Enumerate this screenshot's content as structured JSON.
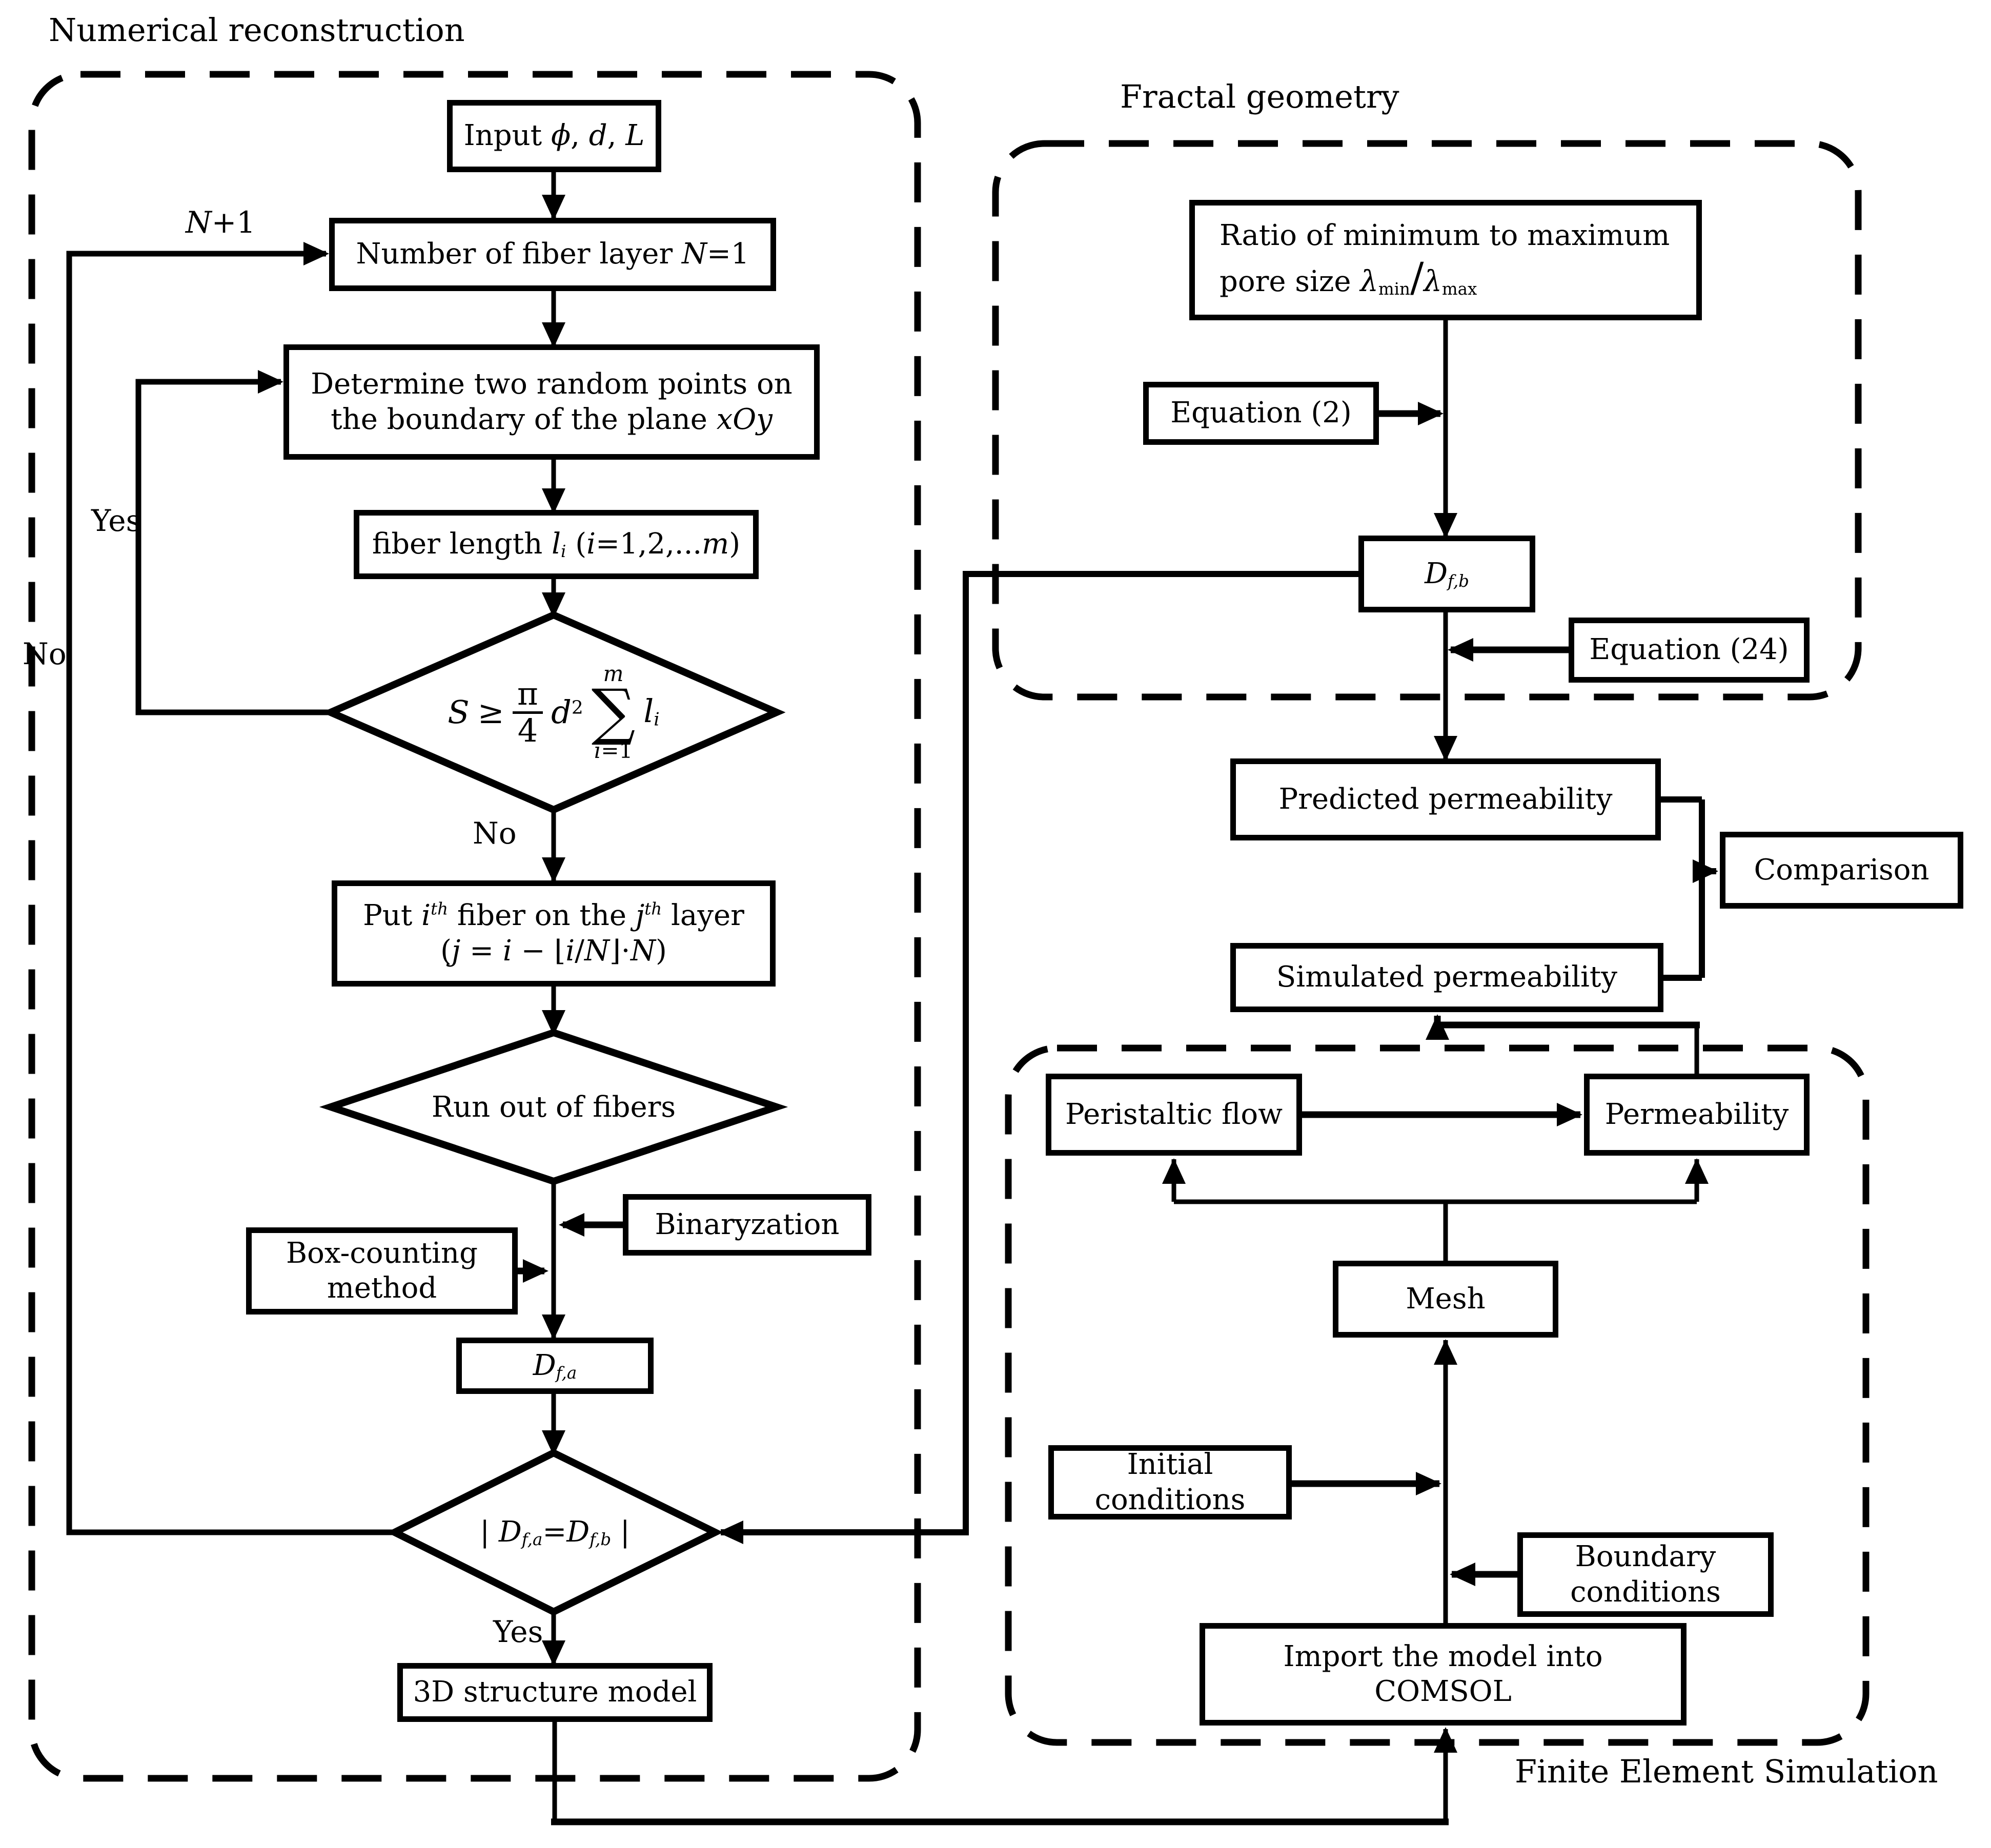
{
  "colors": {
    "ink": "#000000",
    "background": "#ffffff"
  },
  "panels": {
    "numerical_reconstruction": {
      "title": "Numerical reconstruction"
    },
    "fractal_geometry": {
      "title": "Fractal geometry"
    },
    "finite_element_simulation": {
      "title": "Finite Element Simulation"
    }
  },
  "nodes": {
    "input": {
      "parts": [
        {
          "t": "Input "
        },
        {
          "t": "ϕ",
          "s": "i"
        },
        {
          "t": ", "
        },
        {
          "t": "d",
          "s": "i"
        },
        {
          "t": ", "
        },
        {
          "t": "L",
          "s": "i"
        }
      ]
    },
    "fiber_layers": {
      "parts": [
        {
          "t": "Number of fiber layer "
        },
        {
          "t": "N",
          "s": "i"
        },
        {
          "t": "=1"
        }
      ]
    },
    "random_points": {
      "line1": "Determine two random points on",
      "line2_parts": [
        {
          "t": "the boundary of the plane "
        },
        {
          "t": "xOy",
          "s": "i"
        }
      ]
    },
    "fiber_length": {
      "parts": [
        {
          "t": "fiber length "
        },
        {
          "t": "l",
          "s": "i"
        },
        {
          "t": "i",
          "s": "isub"
        },
        {
          "t": " ("
        },
        {
          "t": "i",
          "s": "i"
        },
        {
          "t": "=1,2,..."
        },
        {
          "t": "m",
          "s": "i"
        },
        {
          "t": ")"
        }
      ]
    },
    "s_condition": {
      "S": "S",
      "geq": "≥",
      "num": "π",
      "den": "4",
      "d": "d",
      "exp": "2",
      "sum_top": "m",
      "sigma": "∑",
      "sum_bot_i": "i",
      "sum_bot_eq": "=1",
      "l": "l",
      "l_sub": "i"
    },
    "put_fiber": {
      "line1_parts": [
        {
          "t": "Put "
        },
        {
          "t": "i",
          "s": "i"
        },
        {
          "t": "th",
          "s": "isup"
        },
        {
          "t": " fiber on the "
        },
        {
          "t": "j",
          "s": "i"
        },
        {
          "t": "th",
          "s": "isup"
        },
        {
          "t": " layer"
        }
      ],
      "line2_parts": [
        {
          "t": "("
        },
        {
          "t": "j",
          "s": "i"
        },
        {
          "t": " = "
        },
        {
          "t": "i",
          "s": "i"
        },
        {
          "t": " − "
        },
        {
          "t": "⌊"
        },
        {
          "t": "i",
          "s": "i"
        },
        {
          "t": "/"
        },
        {
          "t": "N",
          "s": "i"
        },
        {
          "t": "⌋"
        },
        {
          "t": "⋅"
        },
        {
          "t": "N",
          "s": "i"
        },
        {
          "t": ")"
        }
      ]
    },
    "run_out": {
      "label": "Run out of fibers"
    },
    "binaryzation": {
      "label": "Binaryzation"
    },
    "box_counting": {
      "line1": "Box-counting",
      "line2": "method"
    },
    "d_f_a": {
      "parts": [
        {
          "t": "D",
          "s": "i"
        },
        {
          "t": "f,a",
          "s": "isub"
        }
      ]
    },
    "compare": {
      "parts": [
        {
          "t": "| "
        },
        {
          "t": "D",
          "s": "i"
        },
        {
          "t": "f,a",
          "s": "isub"
        },
        {
          "t": "="
        },
        {
          "t": "D",
          "s": "i"
        },
        {
          "t": "f,b",
          "s": "isub"
        },
        {
          "t": " |"
        }
      ]
    },
    "model_3d": {
      "label": "3D structure model"
    },
    "ratio": {
      "line1": "Ratio of minimum to maximum",
      "line2_parts": [
        {
          "t": "pore size "
        },
        {
          "t": "λ",
          "s": "i"
        },
        {
          "t": "min",
          "s": "sub"
        },
        {
          "t": "/",
          "s": "big"
        },
        {
          "t": "λ",
          "s": "i"
        },
        {
          "t": "max",
          "s": "sub"
        }
      ]
    },
    "eq2": {
      "label": "Equation (2)"
    },
    "d_f_b": {
      "parts": [
        {
          "t": "D",
          "s": "i"
        },
        {
          "t": "f,b",
          "s": "isub"
        }
      ]
    },
    "eq24": {
      "label": "Equation (24)"
    },
    "predicted": {
      "label": "Predicted permeability"
    },
    "simulated": {
      "label": "Simulated permeability"
    },
    "comparison": {
      "label": "Comparison"
    },
    "peristaltic": {
      "label": "Peristaltic flow"
    },
    "permeability": {
      "label": "Permeability"
    },
    "mesh": {
      "label": "Mesh"
    },
    "initial": {
      "label": "Initial conditions"
    },
    "boundary": {
      "line1": "Boundary",
      "line2": "conditions"
    },
    "comsol": {
      "line1": "Import the model into",
      "line2": "COMSOL"
    }
  },
  "edge_labels": {
    "n_plus_1": {
      "parts": [
        {
          "t": "N",
          "s": "i"
        },
        {
          "t": "+1"
        }
      ]
    },
    "yes_loop": "Yes",
    "no_loop": "No",
    "no_branch": "No",
    "yes_branch": "Yes"
  }
}
